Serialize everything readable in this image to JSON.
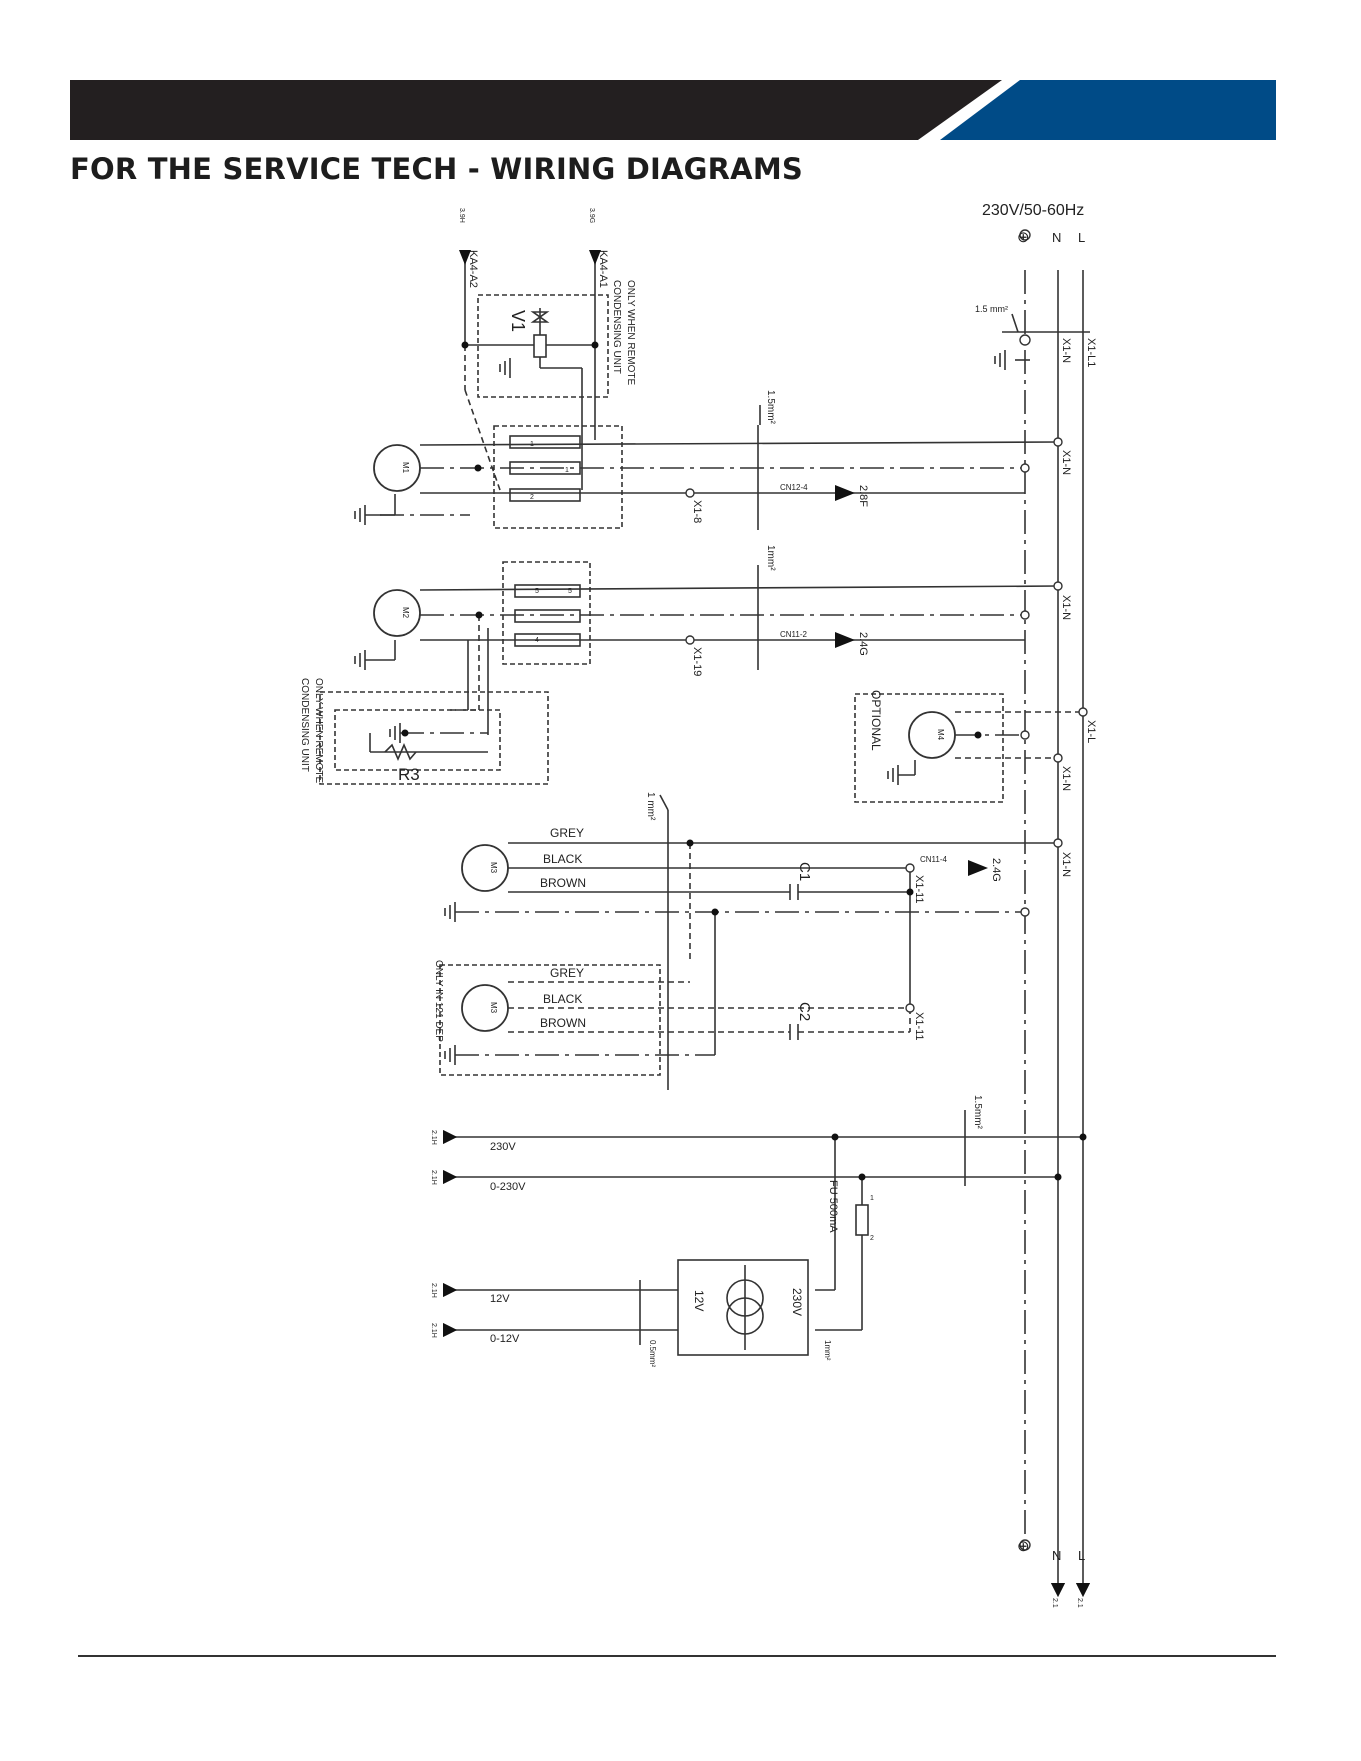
{
  "header": {
    "title": "FOR THE SERVICE TECH - WIRING DIAGRAMS",
    "bar_color": "#231f20",
    "accent_color": "#004b87"
  },
  "diagram": {
    "supply_label": "230V/50-60Hz",
    "rails": {
      "pe": "⊕",
      "neutral": "N",
      "line": "L"
    },
    "supply_wire": "1.5 mm²",
    "terminals": {
      "l1": "X1-L1",
      "n": "X1-N",
      "l": "X1-L",
      "x1_8": "X1-8",
      "x1_19": "X1-19",
      "x1_11": "X1-11"
    },
    "valve": {
      "name": "V1",
      "note": "ONLY WHEN REMOTE CONDENSING UNIT",
      "note_line1": "ONLY WHEN REMOTE",
      "note_line2": "CONDENSING UNIT",
      "ref_a": "3.9H",
      "ref_a_label": "KA4-A2",
      "ref_b": "3.9G",
      "ref_b_label": "KA4-A1"
    },
    "m1": {
      "name": "M1",
      "wire": "1.5mm²",
      "connector": "CN12-4",
      "ref": "2.8F",
      "pins": [
        "1",
        "1",
        "2"
      ]
    },
    "m2": {
      "name": "M2",
      "wire": "1mm²",
      "connector": "CN11-2",
      "ref": "2.4G",
      "pins": [
        "5",
        "5",
        "4"
      ]
    },
    "r3": {
      "name": "R3",
      "note_line1": "ONLY WHEN REMOTE",
      "note_line2": "CONDENSING UNIT"
    },
    "m4": {
      "name": "M4",
      "note": "OPTIONAL"
    },
    "m3": {
      "name": "M3",
      "wire": "1 mm²",
      "colors": [
        "GREY",
        "BLACK",
        "BROWN"
      ],
      "capacitor": "C1",
      "connector": "CN11-4",
      "ref": "2.4G"
    },
    "m3b": {
      "name": "M3",
      "colors": [
        "GREY",
        "BLACK",
        "BROWN"
      ],
      "capacitor": "C2",
      "note": "ONLY IN 121 DEP"
    },
    "supply_out": {
      "wire": "1.5mm²",
      "l230": "230V",
      "l0_230": "0-230V",
      "ref": "2.1H"
    },
    "fuse": {
      "name": "FU 500mA",
      "pin1": "1",
      "pin2": "2"
    },
    "transformer": {
      "primary": "230V",
      "secondary": "12V",
      "wire_primary": "1mm²",
      "wire_secondary": "0.5mm²"
    },
    "low_voltage": {
      "l12": "12V",
      "l0_12": "0-12V",
      "ref": "2.1H"
    },
    "rail_refs": {
      "n": "2.1",
      "l": "2.1"
    }
  }
}
